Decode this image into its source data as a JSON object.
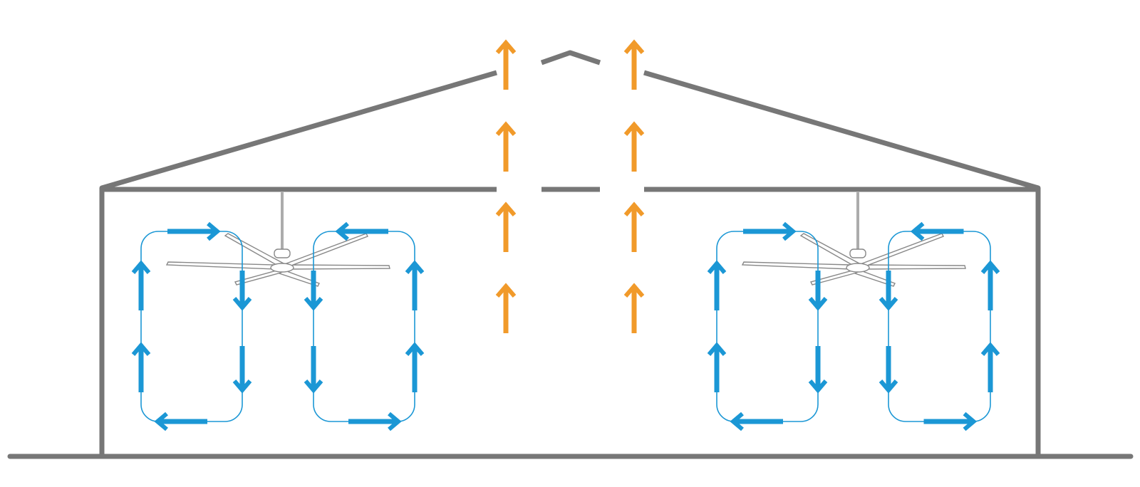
{
  "diagram": {
    "kind": "ceiling-fan-airflow",
    "colors": {
      "structure": "#777777",
      "airflow": "#1b97d5",
      "heat": "#f19a2a",
      "fan": "#888888",
      "background": "#ffffff"
    },
    "rooms": [
      {
        "name": "left-room",
        "fan": "left-ceiling-fan",
        "loops": [
          "left-outer-loop",
          "left-inner-loop"
        ]
      },
      {
        "name": "right-room",
        "fan": "right-ceiling-fan",
        "loops": [
          "right-inner-loop",
          "right-outer-loop"
        ]
      }
    ],
    "roof_vents": [
      "left-ridge-vent",
      "right-ridge-vent"
    ],
    "icons": {
      "cool_air": "blue-arrow-icon",
      "hot_air": "orange-arrow-icon",
      "fan": "ceiling-fan-icon"
    }
  }
}
